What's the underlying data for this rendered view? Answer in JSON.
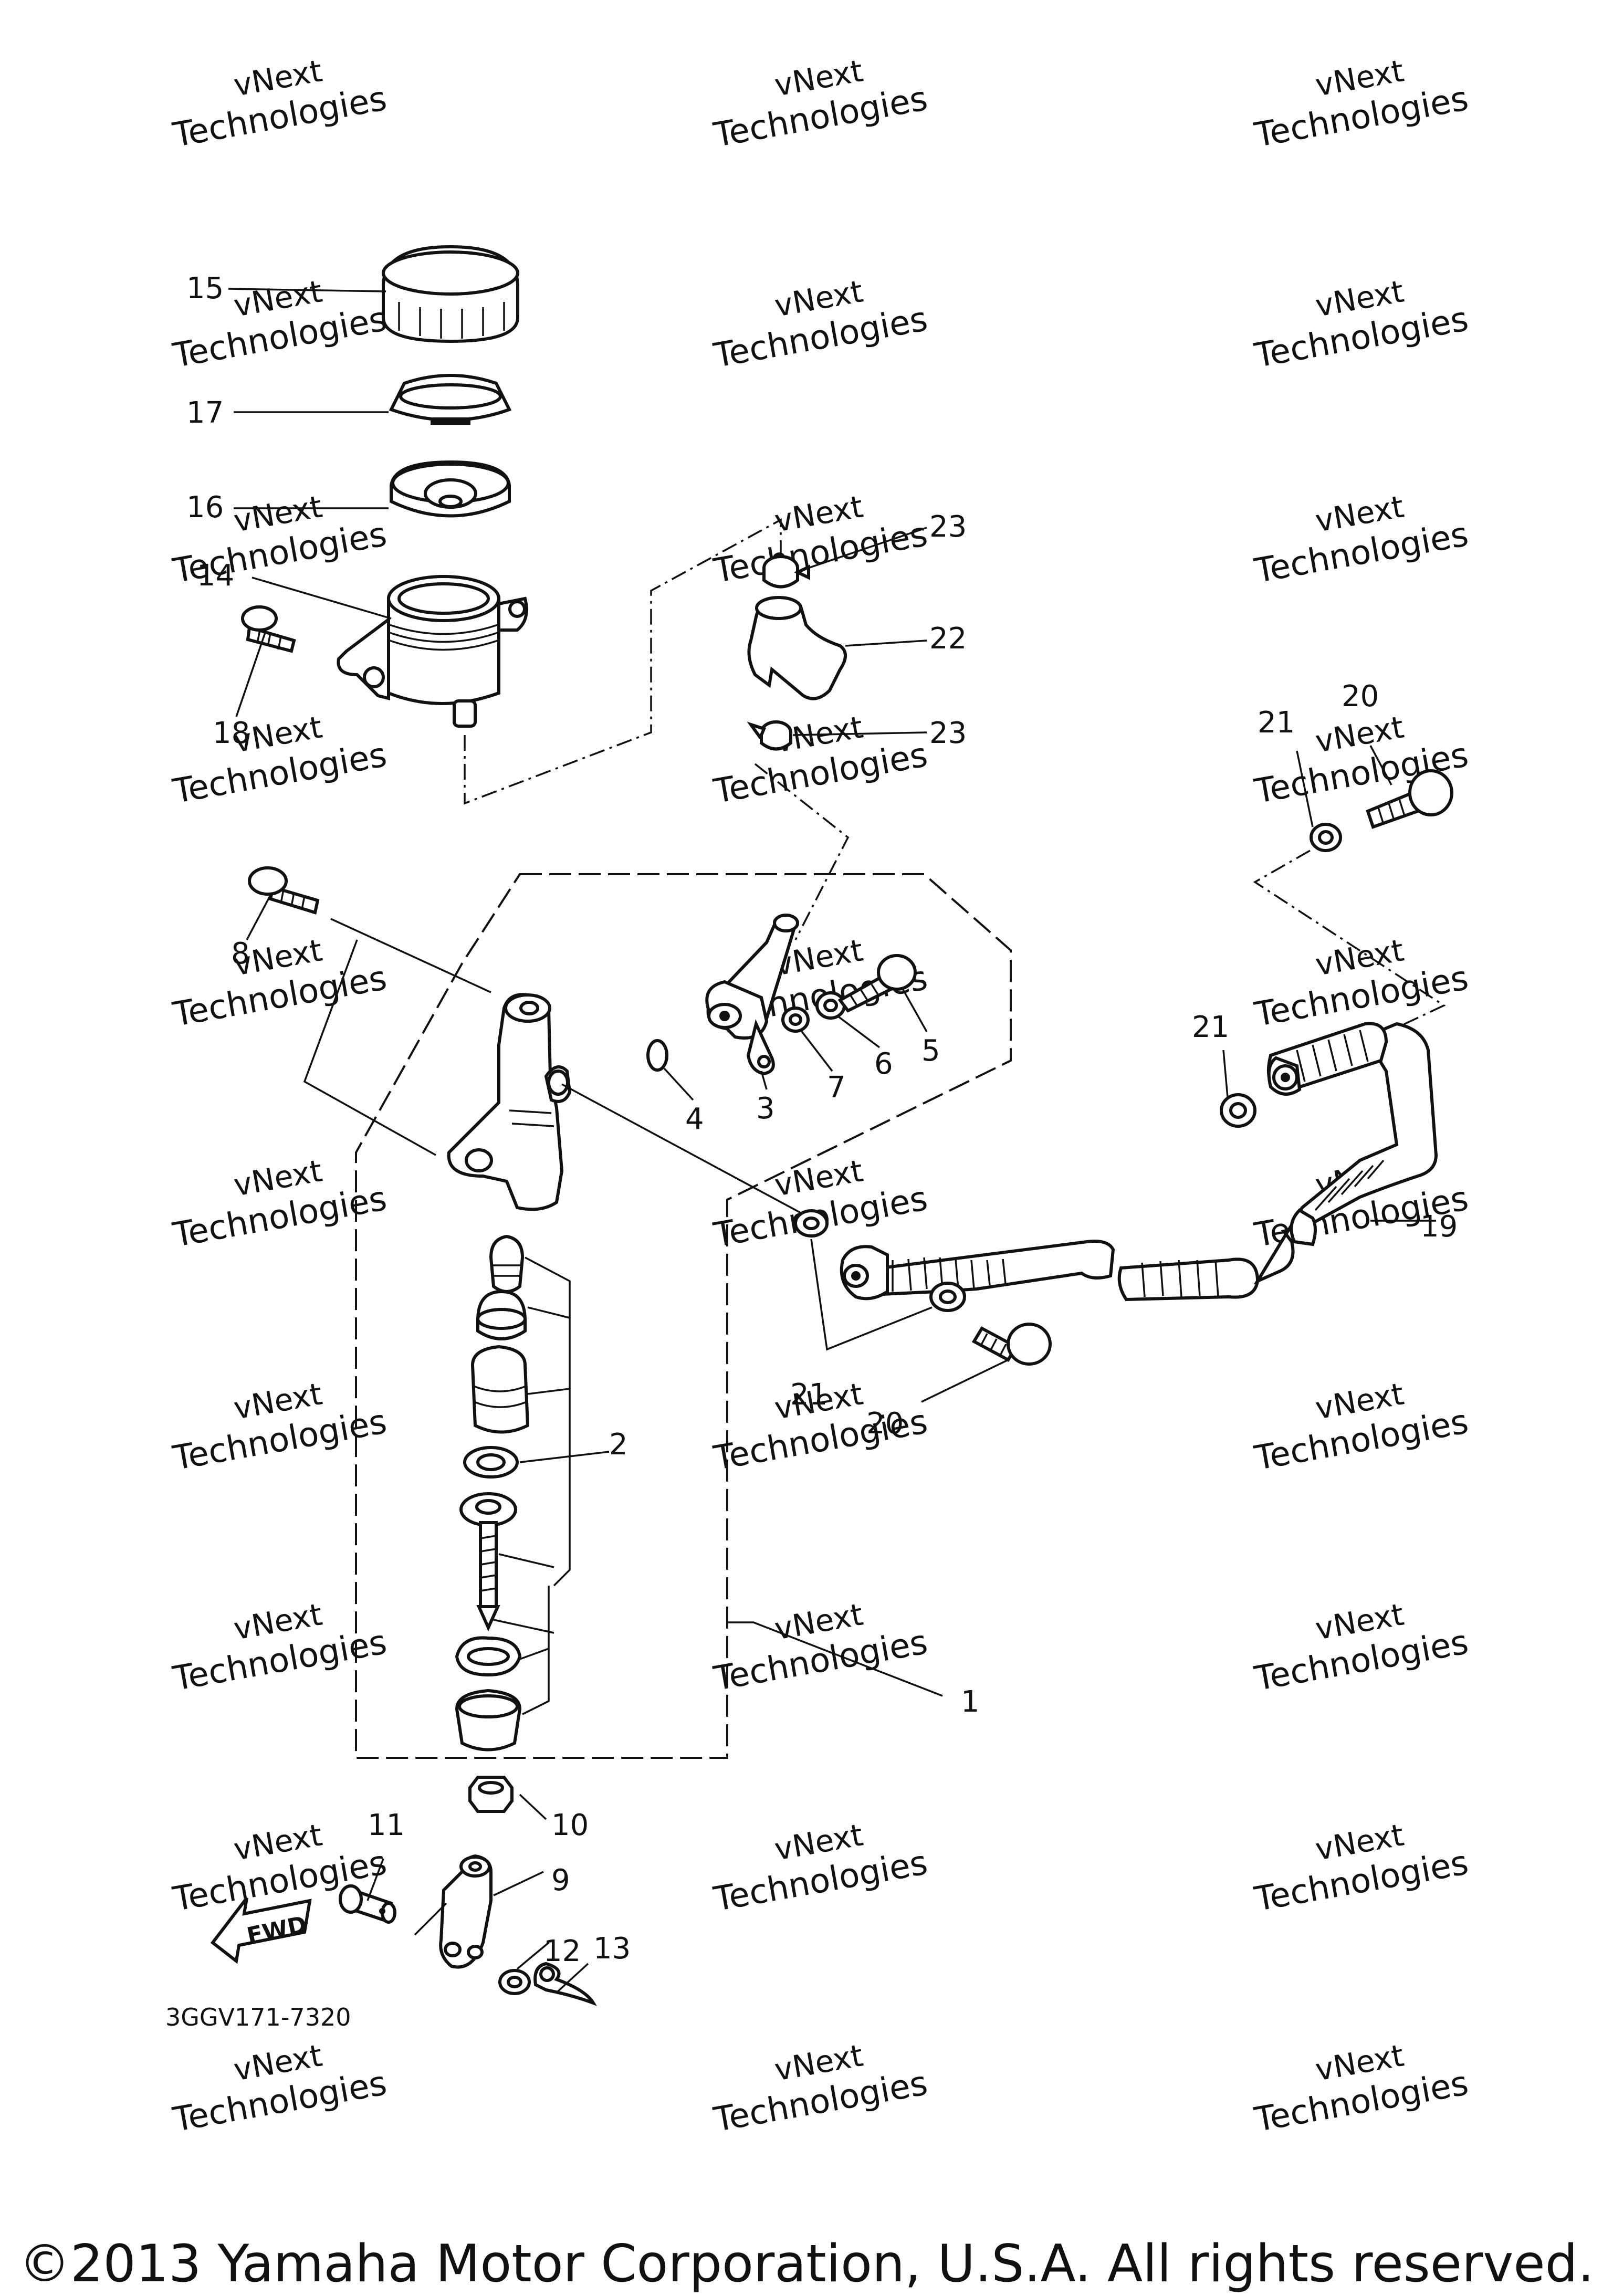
{
  "diagram": {
    "callouts": {
      "c1": "1",
      "c2": "2",
      "c3": "3",
      "c4": "4",
      "c5": "5",
      "c6": "6",
      "c7": "7",
      "c8": "8",
      "c9": "9",
      "c10": "10",
      "c11": "11",
      "c12": "12",
      "c13": "13",
      "c14": "14",
      "c15": "15",
      "c16": "16",
      "c17": "17",
      "c18": "18",
      "c19": "19",
      "c20a": "20",
      "c20b": "20",
      "c21a": "21",
      "c21b": "21",
      "c21c": "21",
      "c22": "22",
      "c23a": "23",
      "c23b": "23"
    },
    "direction_arrow": "FWD",
    "drawing_code": "3GGV171-7320",
    "watermark": {
      "line1": "vNext",
      "line2": "Technologies"
    },
    "copyright": "©2013 Yamaha Motor Corporation, U.S.A. All rights reserved."
  }
}
